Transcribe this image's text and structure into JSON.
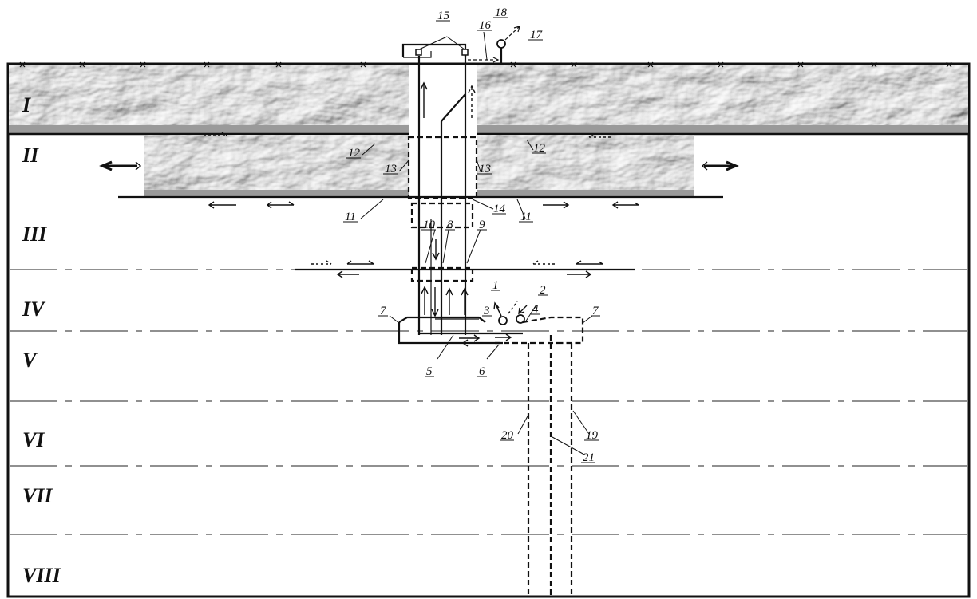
{
  "layers": [
    "I",
    "II",
    "III",
    "IV",
    "V",
    "VI",
    "VII",
    "VIII"
  ],
  "callouts": [
    "1",
    "2",
    "3",
    "4",
    "5",
    "6",
    "7",
    "7",
    "8",
    "9",
    "10",
    "11",
    "11",
    "12",
    "12",
    "13",
    "13",
    "14",
    "15",
    "16",
    "17",
    "18",
    "19",
    "20",
    "21"
  ],
  "colors": {
    "ink": "#111111",
    "rock_light": "#d6d6d6",
    "rock_dark": "#8a8a8a",
    "background": "#ffffff"
  }
}
